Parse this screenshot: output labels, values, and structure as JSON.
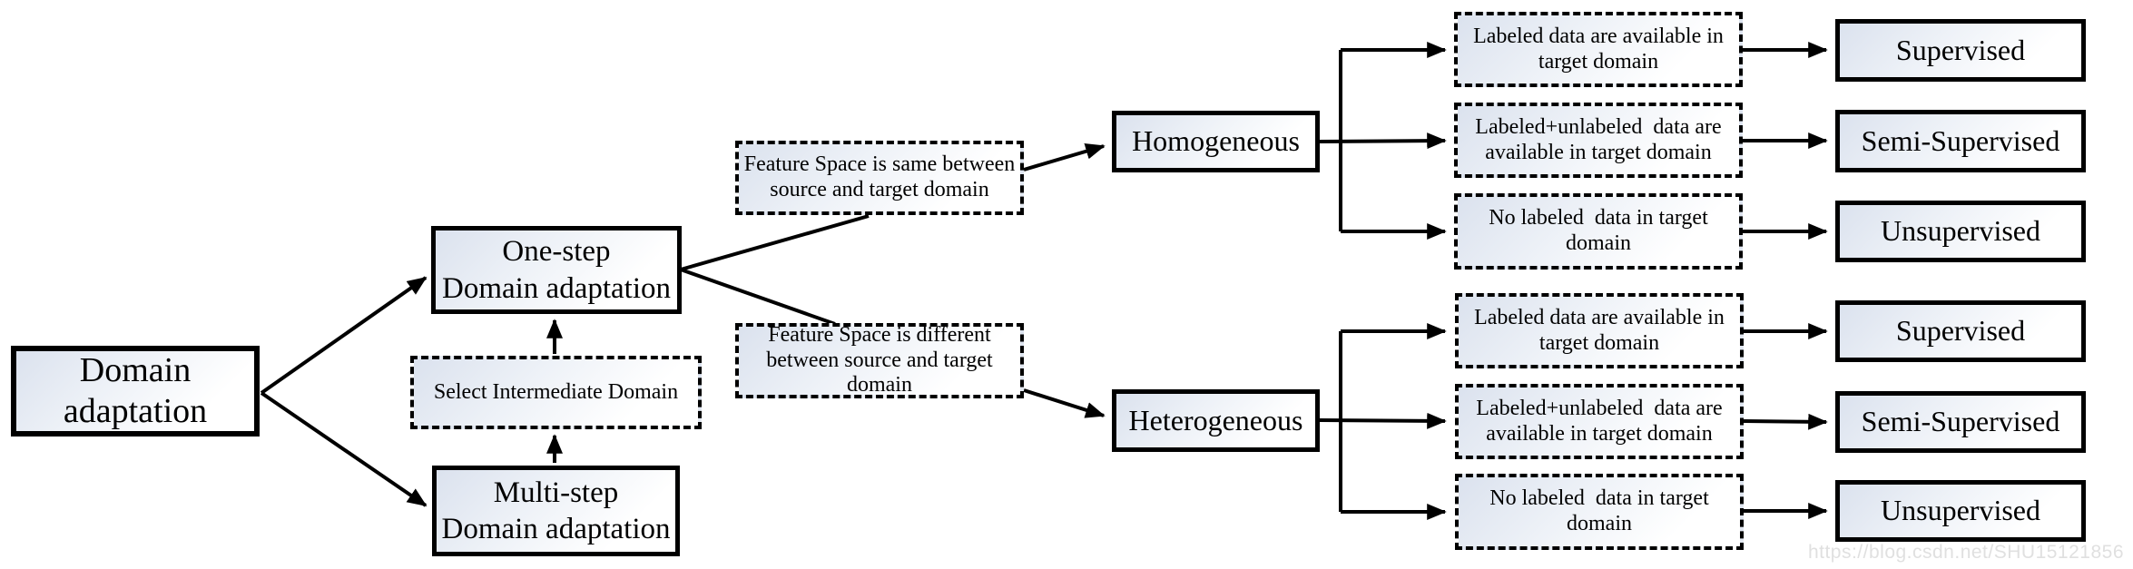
{
  "diagram_title": "Domain adaptation taxonomy flowchart",
  "nodes": {
    "root": {
      "label": "Domain\nadaptation"
    },
    "one_step": {
      "label": "One-step\nDomain adaptation"
    },
    "multi_step": {
      "label": "Multi-step\nDomain adaptation"
    },
    "select_intermediate": {
      "label": "Select Intermediate Domain"
    },
    "feature_same": {
      "label": "Feature Space is same between\nsource and target domain"
    },
    "feature_different": {
      "label": "Feature Space is different\nbetween source and target\ndomain"
    },
    "homogeneous": {
      "label": "Homogeneous"
    },
    "heterogeneous": {
      "label": "Heterogeneous"
    }
  },
  "branches": [
    {
      "group": "homogeneous",
      "condition": "Labeled data are available in\ntarget domain",
      "result": "Supervised"
    },
    {
      "group": "homogeneous",
      "condition": "Labeled+unlabeled  data are\navailable in target domain",
      "result": "Semi-Supervised"
    },
    {
      "group": "homogeneous",
      "condition": "No labeled  data in target\ndomain",
      "result": "Unsupervised"
    },
    {
      "group": "heterogeneous",
      "condition": "Labeled data are available in\ntarget domain",
      "result": "Supervised"
    },
    {
      "group": "heterogeneous",
      "condition": "Labeled+unlabeled  data are\navailable in target domain",
      "result": "Semi-Supervised"
    },
    {
      "group": "heterogeneous",
      "condition": "No labeled  data in target\ndomain",
      "result": "Unsupervised"
    }
  ],
  "watermark": "https://blog.csdn.net/SHU15121856",
  "colors": {
    "border": "#000000",
    "fill_top": "#dbe2ee",
    "fill_bottom": "#ffffff",
    "watermark_text": "#e0e0e0"
  }
}
